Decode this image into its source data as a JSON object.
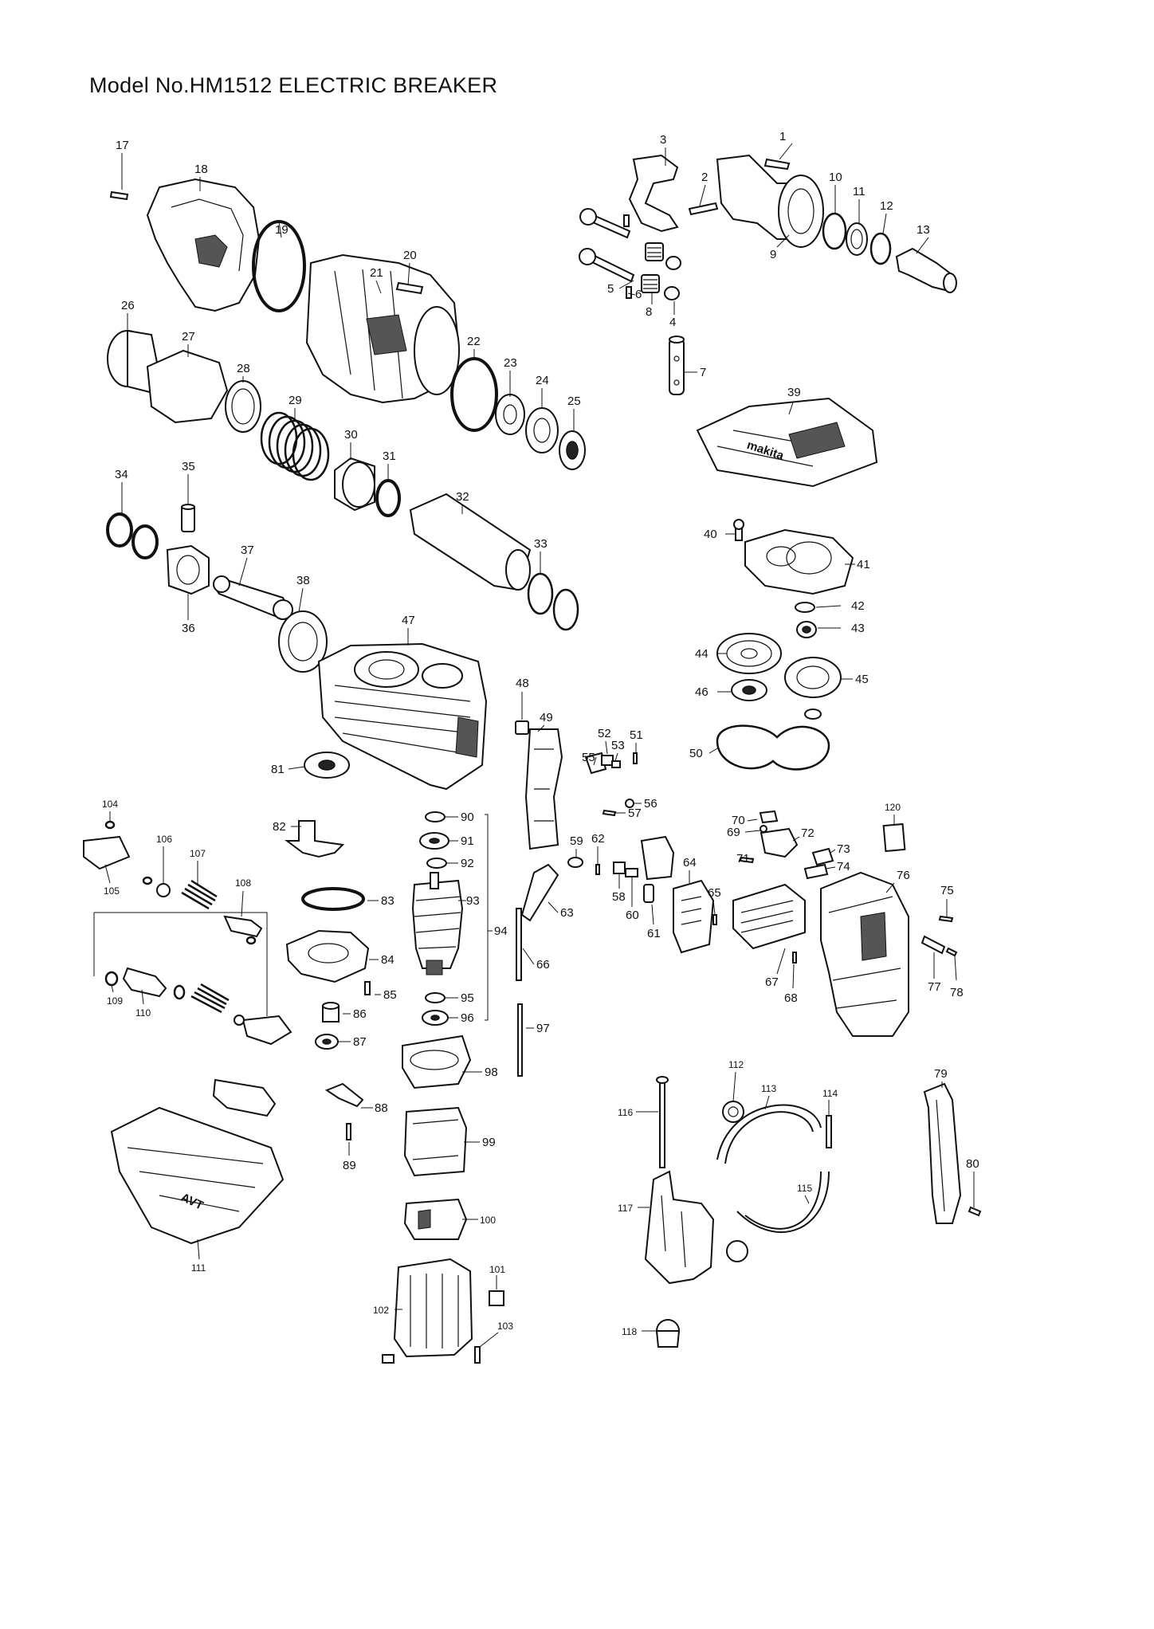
{
  "title": "Model No.HM1512 ELECTRIC BREAKER",
  "labels": {
    "l1": "1",
    "l2": "2",
    "l3": "3",
    "l4": "4",
    "l5": "5",
    "l6": "6",
    "l7": "7",
    "l8": "8",
    "l9": "9",
    "l10": "10",
    "l11": "11",
    "l12": "12",
    "l13": "13",
    "l17": "17",
    "l18": "18",
    "l19": "19",
    "l20": "20",
    "l21": "21",
    "l22": "22",
    "l23": "23",
    "l24": "24",
    "l25": "25",
    "l26": "26",
    "l27": "27",
    "l28": "28",
    "l29": "29",
    "l30": "30",
    "l31": "31",
    "l32": "32",
    "l33": "33",
    "l34": "34",
    "l35": "35",
    "l36": "36",
    "l37": "37",
    "l38": "38",
    "l39": "39",
    "l40": "40",
    "l41": "41",
    "l42": "42",
    "l43": "43",
    "l44": "44",
    "l45": "45",
    "l46": "46",
    "l47": "47",
    "l48": "48",
    "l49": "49",
    "l50": "50",
    "l51": "51",
    "l52": "52",
    "l53": "53",
    "l55": "55",
    "l56": "56",
    "l57": "57",
    "l58": "58",
    "l59": "59",
    "l60": "60",
    "l61": "61",
    "l62": "62",
    "l63": "63",
    "l64": "64",
    "l65": "65",
    "l66": "66",
    "l67": "67",
    "l68": "68",
    "l69": "69",
    "l70": "70",
    "l71": "71",
    "l72": "72",
    "l73": "73",
    "l74": "74",
    "l75": "75",
    "l76": "76",
    "l77": "77",
    "l78": "78",
    "l79": "79",
    "l80": "80",
    "l81": "81",
    "l82": "82",
    "l83": "83",
    "l84": "84",
    "l85": "85",
    "l86": "86",
    "l87": "87",
    "l88": "88",
    "l89": "89",
    "l90": "90",
    "l91": "91",
    "l92": "92",
    "l93": "93",
    "l94": "94",
    "l95": "95",
    "l96": "96",
    "l97": "97",
    "l98": "98",
    "l99": "99",
    "l100": "100",
    "l101": "101",
    "l102": "102",
    "l103": "103",
    "l104": "104",
    "l105": "105",
    "l106": "106",
    "l107": "107",
    "l108": "108",
    "l109": "109",
    "l110": "110",
    "l111": "111",
    "l112": "112",
    "l113": "113",
    "l114": "114",
    "l115": "115",
    "l116": "116",
    "l117": "117",
    "l118": "118",
    "l120": "120"
  },
  "logos": {
    "brand": "makita",
    "avt": "AVT"
  }
}
